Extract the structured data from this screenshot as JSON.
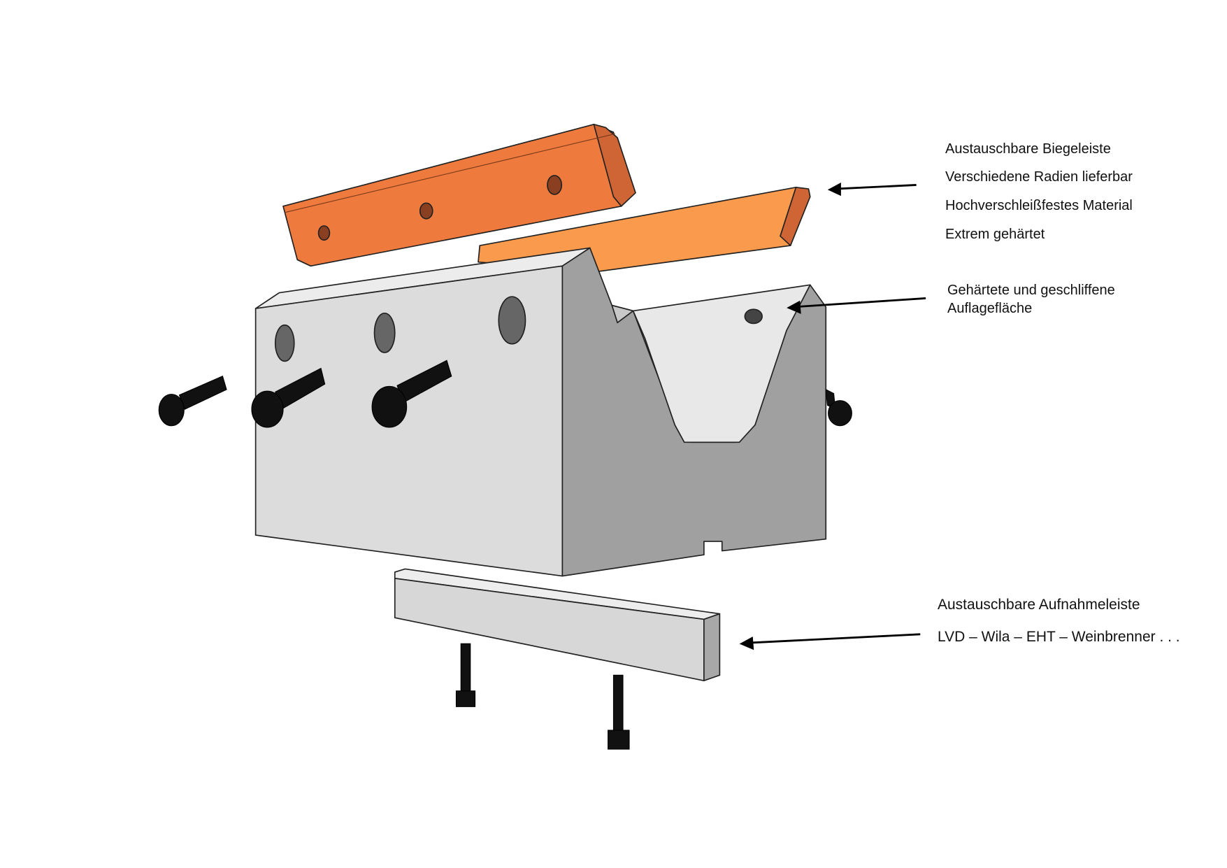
{
  "labels": {
    "top_bar": [
      "Austauschbare Biegeleiste",
      "Verschiedene Radien lieferbar",
      "Hochverschleißfestes Material",
      "Extrem gehärtet"
    ],
    "surface": [
      "Gehärtete und geschliffene",
      "Auflagefläche"
    ],
    "bottom_bar": [
      "Austauschbare Aufnahmeleiste",
      "LVD – Wila – EHT – Weinbrenner . . ."
    ]
  },
  "colors": {
    "orange_front": "#ef7a3e",
    "orange_end": "#cf6434",
    "orange_light": "#fa9a4d",
    "block_front": "#dcdcdc",
    "block_side": "#a0a0a0",
    "bolt": "#111111"
  }
}
